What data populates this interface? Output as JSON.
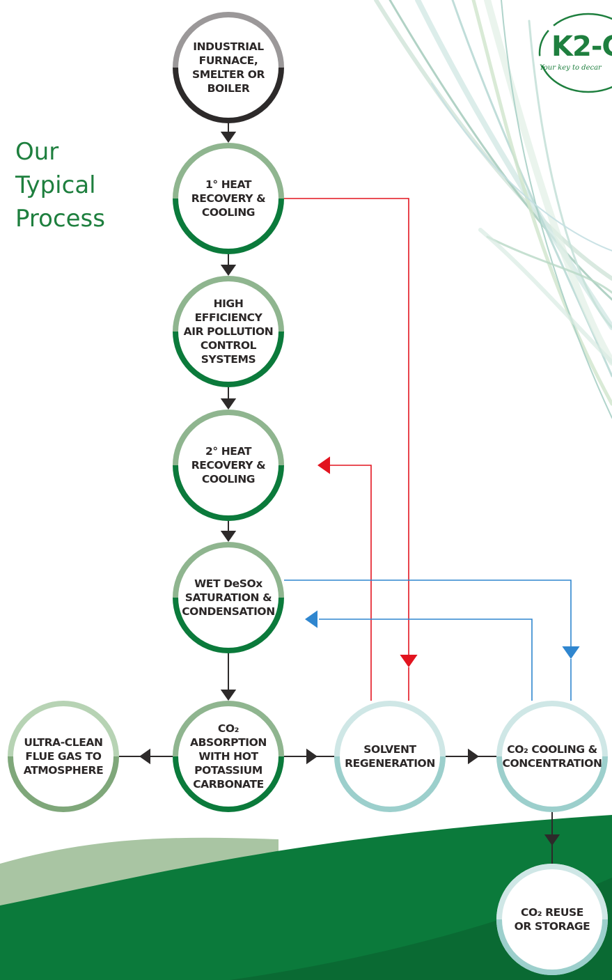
{
  "title_lines": [
    "Our",
    "Typical",
    "Process"
  ],
  "logo": {
    "text": "K2-C",
    "tagline": "Your key to decar"
  },
  "colors": {
    "green_dark": "#0b7a3b",
    "green_mid": "#8fb58f",
    "green_light": "#b7d3b4",
    "teal_light": "#cfe7e6",
    "teal_mid": "#9ccfcc",
    "red": "#e2141f",
    "blue": "#2f86cf",
    "arrow": "#2d2a2a",
    "title_green": "#1e7f3e"
  },
  "nodes": [
    {
      "id": "furnace",
      "label": "INDUSTRIAL\nFURNACE,\nSMELTER OR\nBOILER"
    },
    {
      "id": "hr1",
      "label": "1° HEAT\nRECOVERY &\nCOOLING"
    },
    {
      "id": "apc",
      "label": "HIGH\nEFFICIENCY\nAIR POLLUTION\nCONTROL\nSYSTEMS"
    },
    {
      "id": "hr2",
      "label": "2° HEAT\nRECOVERY &\nCOOLING"
    },
    {
      "id": "desox",
      "label": "WET DeSOx\nSATURATION &\nCONDENSATION"
    },
    {
      "id": "absorb",
      "label": "CO₂\nABSORPTION\nWITH HOT\nPOTASSIUM\nCARBONATE"
    },
    {
      "id": "flue",
      "label": "ULTRA-CLEAN\nFLUE GAS TO\nATMOSPHERE"
    },
    {
      "id": "solvent",
      "label": "SOLVENT\nREGENERATION"
    },
    {
      "id": "cooling",
      "label": "CO₂ COOLING &\nCONCENTRATION"
    },
    {
      "id": "storage",
      "label": "CO₂ REUSE\nOR STORAGE"
    }
  ]
}
